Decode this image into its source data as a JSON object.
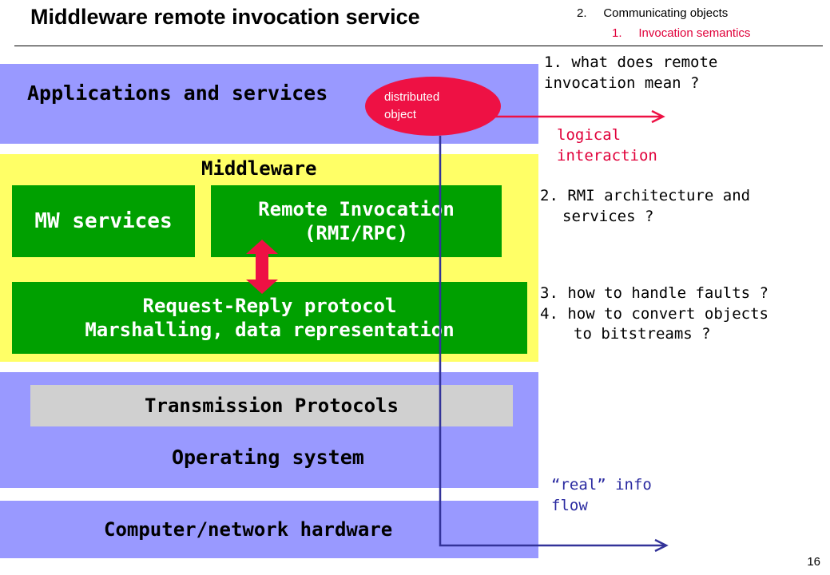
{
  "header": {
    "title": "Middleware remote invocation service",
    "crumb_1": "2.     Communicating objects",
    "crumb_2": "1.     Invocation semantics"
  },
  "layers": {
    "applications": "Applications and services",
    "middleware": "Middleware",
    "mw_services": "MW services",
    "remote_invocation_1": "Remote Invocation",
    "remote_invocation_2": "(RMI/RPC)",
    "request_reply_1": "Request-Reply protocol",
    "request_reply_2": "Marshalling, data representation",
    "transmission": "Transmission Protocols",
    "os": "Operating system",
    "hardware": "Computer/network hardware"
  },
  "oval": {
    "line1": "distributed",
    "line2": "object"
  },
  "notes": {
    "q1_line1": "1. what does remote",
    "q1_line2": "invocation mean ?",
    "logical_1": "logical",
    "logical_2": "interaction",
    "q2_line1": "2. RMI architecture and",
    "q2_line2": "services ?",
    "q3": "3. how to handle faults ?",
    "q4_line1": "4. how to convert objects",
    "q4_line2": "to bitstreams ?",
    "real_1": "“real” info",
    "real_2": "flow"
  },
  "page_number": "16",
  "colors": {
    "layer_blue": "#9999ff",
    "layer_yellow": "#ffff66",
    "box_green": "#00a000",
    "box_gray": "#d0d0d0",
    "accent_red": "#ee1144",
    "flow_line": "#333399"
  }
}
